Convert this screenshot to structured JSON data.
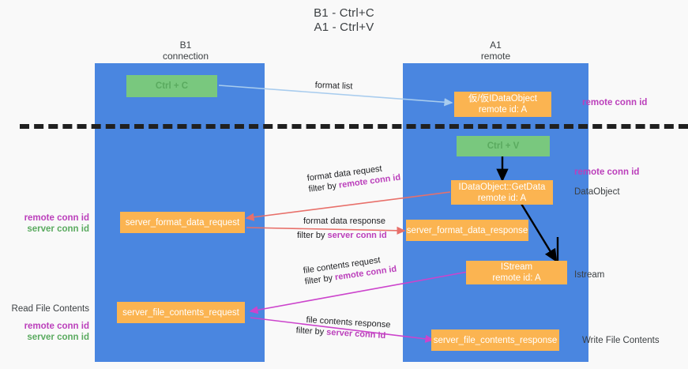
{
  "title": {
    "line1": "B1 - Ctrl+C",
    "line2": "A1 - Ctrl+V"
  },
  "columns": [
    {
      "name": "B1",
      "role": "connection"
    },
    {
      "name": "A1",
      "role": "remote"
    }
  ],
  "nodes": {
    "ctrl_c": {
      "label": "Ctrl + C",
      "sub": ""
    },
    "idataobject": {
      "label": "仮/仮IDataObject",
      "sub": "remote id: A"
    },
    "ctrl_v": {
      "label": "Ctrl + V",
      "sub": ""
    },
    "getdata": {
      "label": "IDataObject::GetData",
      "sub": "remote id: A"
    },
    "fmt_request": {
      "label": "server_format_data_request",
      "sub": ""
    },
    "fmt_response": {
      "label": "server_format_data_response",
      "sub": ""
    },
    "istream": {
      "label": "IStream",
      "sub": "remote id: A"
    },
    "file_request": {
      "label": "server_file_contents_request",
      "sub": ""
    },
    "file_response": {
      "label": "server_file_contents_response",
      "sub": ""
    }
  },
  "edges": {
    "format_list": {
      "line1": "format list",
      "line2": ""
    },
    "fmt_data_request": {
      "line1": "format data request",
      "line2_pre": "filter by ",
      "line2_key": "remote conn id"
    },
    "fmt_data_response": {
      "line1": "format data response",
      "line2_pre": "filter by ",
      "line2_key": "server conn id"
    },
    "file_contents_request": {
      "line1": "file contents request",
      "line2_pre": "filter by ",
      "line2_key": "remote conn id"
    },
    "file_contents_response": {
      "line1": "file contents response",
      "line2_pre": "filter by ",
      "line2_key": "server conn id"
    }
  },
  "annotations": {
    "right_top_conn": "remote conn id",
    "right_mid_conn": "remote conn id",
    "dataobject": "DataObject",
    "istream": "Istream",
    "write_file": "Write File Contents",
    "read_file": "Read File Contents",
    "left_remote_conn": "remote conn id",
    "left_server_conn": "server conn id",
    "left2_remote_conn": "remote conn id",
    "left2_server_conn": "server conn id"
  },
  "colors": {
    "lane": "#4a86e0",
    "green_box": "#79c87e",
    "orange_box": "#fbb451",
    "purple_text": "#bb3fbb",
    "green_text": "#5aaa5f",
    "arrow_lightblue": "#a8ccee",
    "arrow_red": "#e8706a",
    "arrow_magenta": "#cc44cc",
    "arrow_black": "#000000",
    "divider": "#202020",
    "background": "#f9f9f9"
  }
}
